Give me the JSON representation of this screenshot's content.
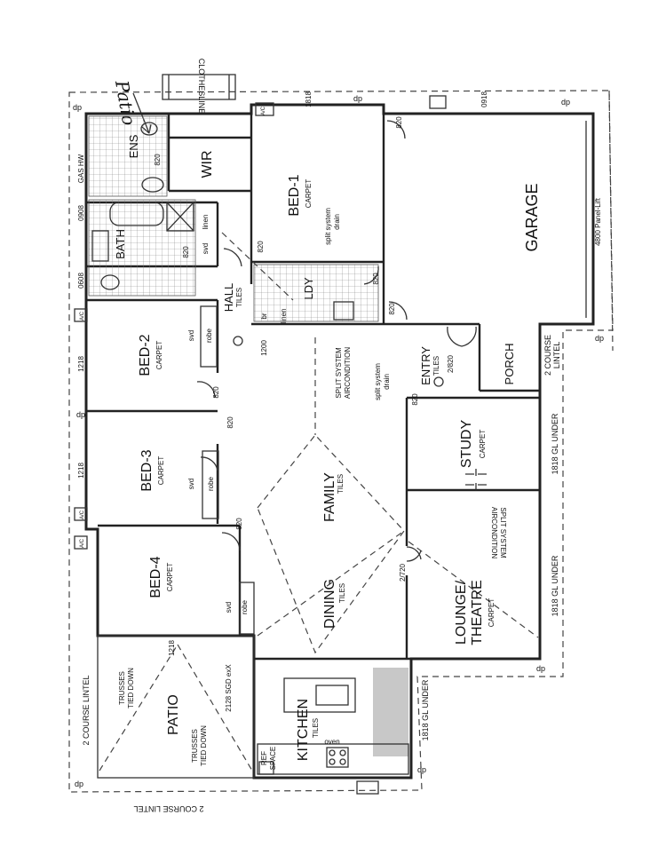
{
  "plan": {
    "handwriting": "Patio",
    "clothesline": "CLOTHESLINE",
    "rooms": {
      "wir": "WIR",
      "bed1": "BED-1",
      "bed1_floor": "CARPET",
      "bed1_ac": "split system",
      "bed1_drain": "drain",
      "garage": "GARAGE",
      "garage_door": "4800 Panel-Lift",
      "bath": "BATH",
      "ens": "ENS",
      "linen_a": "linen",
      "svd_a": "svd",
      "hall": "HALL",
      "hall_floor": "TILES",
      "ldy": "LDY",
      "linen_b": "linen",
      "br": "br",
      "bed2": "BED-2",
      "bed2_floor": "CARPET",
      "robe_2": "robe",
      "svd_2": "svd",
      "bed3": "BED-3",
      "bed3_floor": "CARPET",
      "robe_3": "robe",
      "svd_3": "svd",
      "bed4": "BED-4",
      "bed4_floor": "CARPET",
      "robe_4": "robe",
      "svd_4": "svd",
      "family": "FAMILY",
      "family_floor": "TILES",
      "family_ac_1": "SPLIT SYSTEM",
      "family_ac_2": "AIRCONDITION",
      "family_drain_1": "split system",
      "family_drain_2": "drain",
      "entry": "ENTRY",
      "entry_floor": "TILES",
      "porch": "PORCH",
      "study": "STUDY",
      "study_floor": "CARPET",
      "lounge_1": "LOUNGE/",
      "lounge_2": "THEATRE",
      "lounge_floor": "CARPET",
      "lounge_ac_1": "SPLIT SYSTEM",
      "lounge_ac_2": "AIRCONDITION",
      "dining": "DINING",
      "dining_floor": "TILES",
      "kitchen": "KITCHEN",
      "kitchen_floor": "TILES",
      "ref_space_1": "REF",
      "ref_space_2": "SPACE",
      "oven": "oven",
      "patio": "PATIO",
      "trusses_1": "TRUSSES",
      "trusses_2": "TIED DOWN",
      "trusses_3": "TRUSSES",
      "trusses_4": "TIED DOWN",
      "sgd": "2128 SGD exX"
    },
    "dimensions": {
      "top_1818": "1818",
      "top_0918": "0918",
      "d_820_ens": "820",
      "d_820_bed1": "820",
      "d_820_garage": "820",
      "d_820_ldy": "820",
      "d_820_bath": "820",
      "d_820_garage_ldy": "820",
      "d_1200": "1200",
      "d_820_bed2": "820",
      "d_820_bed3": "820",
      "d_820_bed4": "820",
      "d_820_entry": "820",
      "d_2x720": "2/720",
      "d_2x820": "2/820",
      "left_0908": "0908",
      "left_0608": "0608",
      "left_1218_a": "1218",
      "left_1218_b": "1218",
      "bed4_1218": "1218",
      "gas_hw": "GAS HW"
    },
    "labels": {
      "two_course_bottom": "2 COURSE LINTEL",
      "two_course_left": "2 COURSE LINTEL",
      "two_course_right_1": "2 COURSE",
      "two_course_right_2": "LINTEL",
      "gl_under_study": "1818 GL UNDER",
      "gl_under_lounge": "1818 GL UNDER",
      "gl_under_kitchen": "1818 GL UNDER",
      "dp": "dp",
      "ac": "A/C"
    }
  }
}
